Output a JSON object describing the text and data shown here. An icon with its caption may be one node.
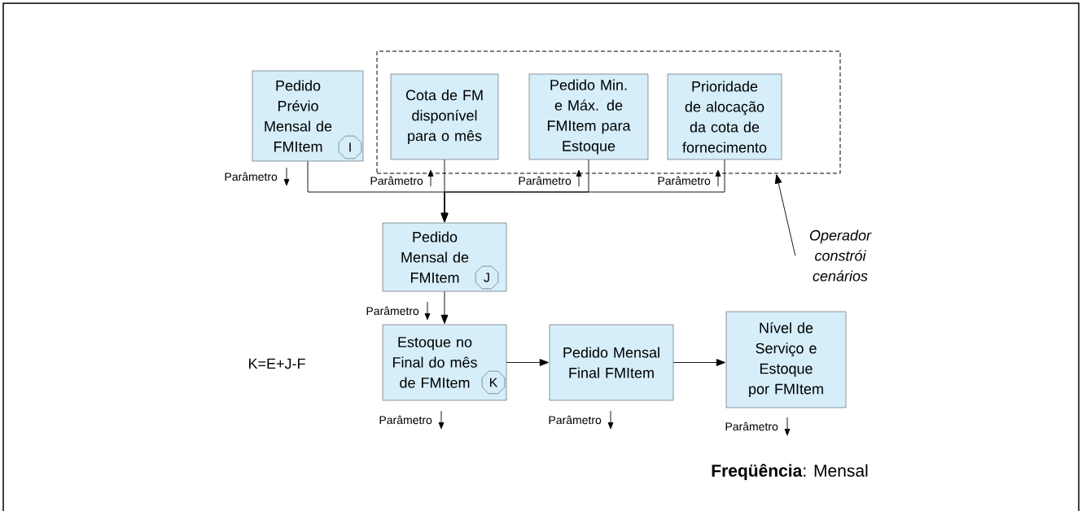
{
  "diagram": {
    "nodes": [
      {
        "text": [
          "Pedido Prévio Mensal de FMItem"
        ]
      },
      {
        "text": [
          "I"
        ],
        "in": 0
      },
      {
        "text": [],
        "shape": "box"
      },
      {
        "text": [
          "Cota de FM disponível para o mês"
        ],
        "in": 2
      },
      {
        "text": [
          "Pedido Min. e Máx. de FMItem para Estoque"
        ],
        "in": 2
      },
      {
        "text": [
          "Prioridade de alocação da cota de fornecimento"
        ],
        "in": 2
      },
      {
        "text": [
          "Pedido Mensal de FMItem"
        ]
      },
      {
        "text": [
          "J"
        ],
        "in": 6
      },
      {
        "text": [
          "Estoque no Final do mês de FMItem"
        ]
      },
      {
        "text": [
          "K"
        ],
        "in": 8
      },
      {
        "text": [
          "Pedido Mensal Final FMItem"
        ]
      },
      {
        "text": [
          "Nível de Serviço e Estoque por FMItem"
        ]
      },
      {
        "text": [
          "Operador constrói cenários"
        ]
      }
    ],
    "edges": [
      {
        "from": 0,
        "to": 6,
        "arrow": "to"
      },
      {
        "from": 3,
        "to": 6,
        "arrow": "to"
      },
      {
        "from": 4,
        "to": 6,
        "arrow": "to"
      },
      {
        "from": 5,
        "to": 6,
        "arrow": "to"
      },
      {
        "from": 6,
        "to": 8,
        "arrow": "to"
      },
      {
        "from": 8,
        "to": 10,
        "arrow": "to"
      },
      {
        "from": 10,
        "to": 11,
        "arrow": "to"
      },
      {
        "from": 12,
        "to": 2,
        "arrow": "to"
      }
    ],
    "labels": [
      "Parâmetro",
      "Parâmetro",
      "Parâmetro",
      "Parâmetro",
      "Parâmetro",
      "Parâmetro",
      "Parâmetro",
      "K=E+J-F",
      "Parâmetro",
      "**Freqüência**: Mensal"
    ]
  }
}
